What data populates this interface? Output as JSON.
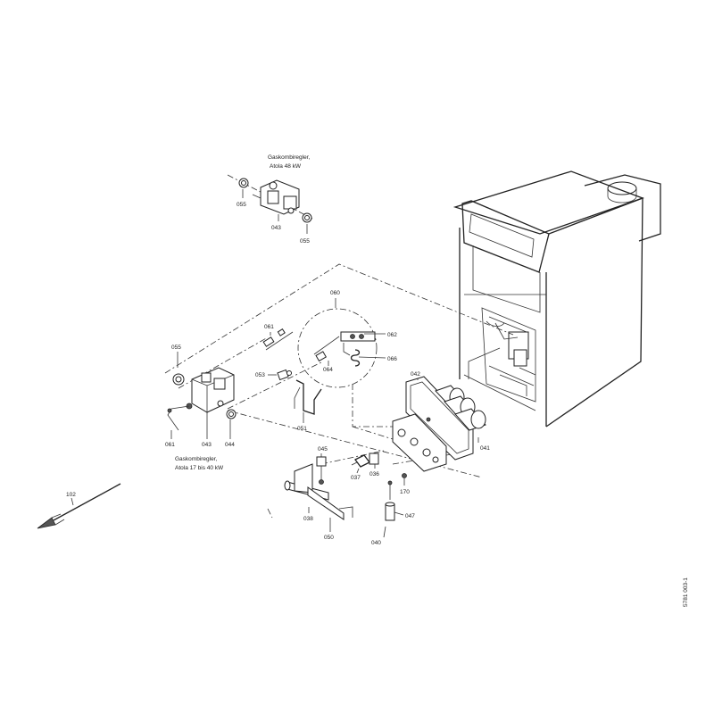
{
  "captions": {
    "top_line1": "Gaskombiregler,",
    "top_line2": "Atola 48 kW",
    "bottom_line1": "Gaskombiregler,",
    "bottom_line2": "Atola 17 bis 40 kW"
  },
  "labels": {
    "p055_top_left": "055",
    "p043_top": "043",
    "p055_top_right": "055",
    "p060": "060",
    "p061_upper": "061",
    "p055_mid": "055",
    "p053": "053",
    "p062": "062",
    "p064": "064",
    "p066": "066",
    "p051": "051",
    "p042": "042",
    "p061_lower": "061",
    "p043_lower": "043",
    "p044": "044",
    "p045": "045",
    "p041": "041",
    "p037": "037",
    "p036": "036",
    "p170": "170",
    "p038": "038",
    "p050": "050",
    "p047": "047",
    "p040": "040",
    "p102": "102"
  },
  "drawing_number": "5781 003-1"
}
